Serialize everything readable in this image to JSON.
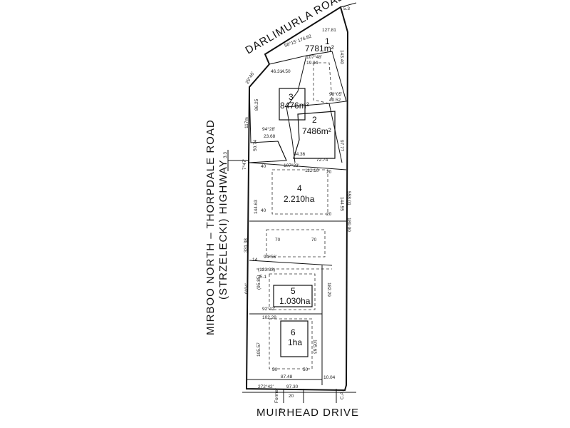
{
  "roads": {
    "top": "DARLIMURLA ROAD",
    "left_1": "MIRBOO   NORTH   –   THORPDALE   ROAD",
    "left_2": "(STRZELECKI)     HIGHWAY",
    "bottom": "MUIRHEAD DRIVE"
  },
  "lots": [
    {
      "number": "1",
      "area": "7781m²"
    },
    {
      "number": "3",
      "area": "8476m²"
    },
    {
      "number": "2",
      "area": "7486m²"
    },
    {
      "number": "4",
      "area": "2.210ha"
    },
    {
      "number": "5",
      "area": "1.030ha"
    },
    {
      "number": "6",
      "area": "1ha"
    }
  ],
  "dims": {
    "d_53": "5.3",
    "d_12781": "127.81",
    "d_5815": "58°15' 176.82",
    "d_10748": "107°48'",
    "d_1994": "19.94",
    "d_14340": "143.40",
    "d_2956": "29°46'",
    "d_4631": "46.31",
    "d_450": "4.50",
    "d_9805": "98°05'",
    "d_4052": "40.52",
    "d_8625": "86.25",
    "d_117": "117m",
    "d_9428": "94°28'",
    "d_2368": "23.68",
    "d_5074": "50.74",
    "d_3436": "34.36",
    "d_7774": "72.74",
    "d_9777": "97.77",
    "d_10723": "107°23'",
    "d_11210": "112.10",
    "d_33": "3.3",
    "d_747": "7°47'",
    "d_14463": "144.63",
    "d_14455": "144.55",
    "d_55801": "558.01",
    "d_18900": "189.00",
    "d_33138": "331.38",
    "d_9456": "94°56'",
    "d_12333": "(123.33)",
    "d_9585": "(95.85)",
    "d_704": "0°04'",
    "d_18229": "182.29",
    "d_9242": "92°42'",
    "d_10228": "102.28",
    "d_10557": "105.57",
    "d_10563": "105.63",
    "d_8748": "87.48",
    "d_1004": "10.04",
    "d_27242": "272°42'",
    "d_9730": "97.30",
    "d_20": "20",
    "d_40": "40",
    "d_70": "70",
    "d_50": "50",
    "d_14": "14",
    "d_5": "5",
    "d_ca1": "E-1",
    "d_ca2": "Former",
    "d_ca3": "C.A."
  }
}
